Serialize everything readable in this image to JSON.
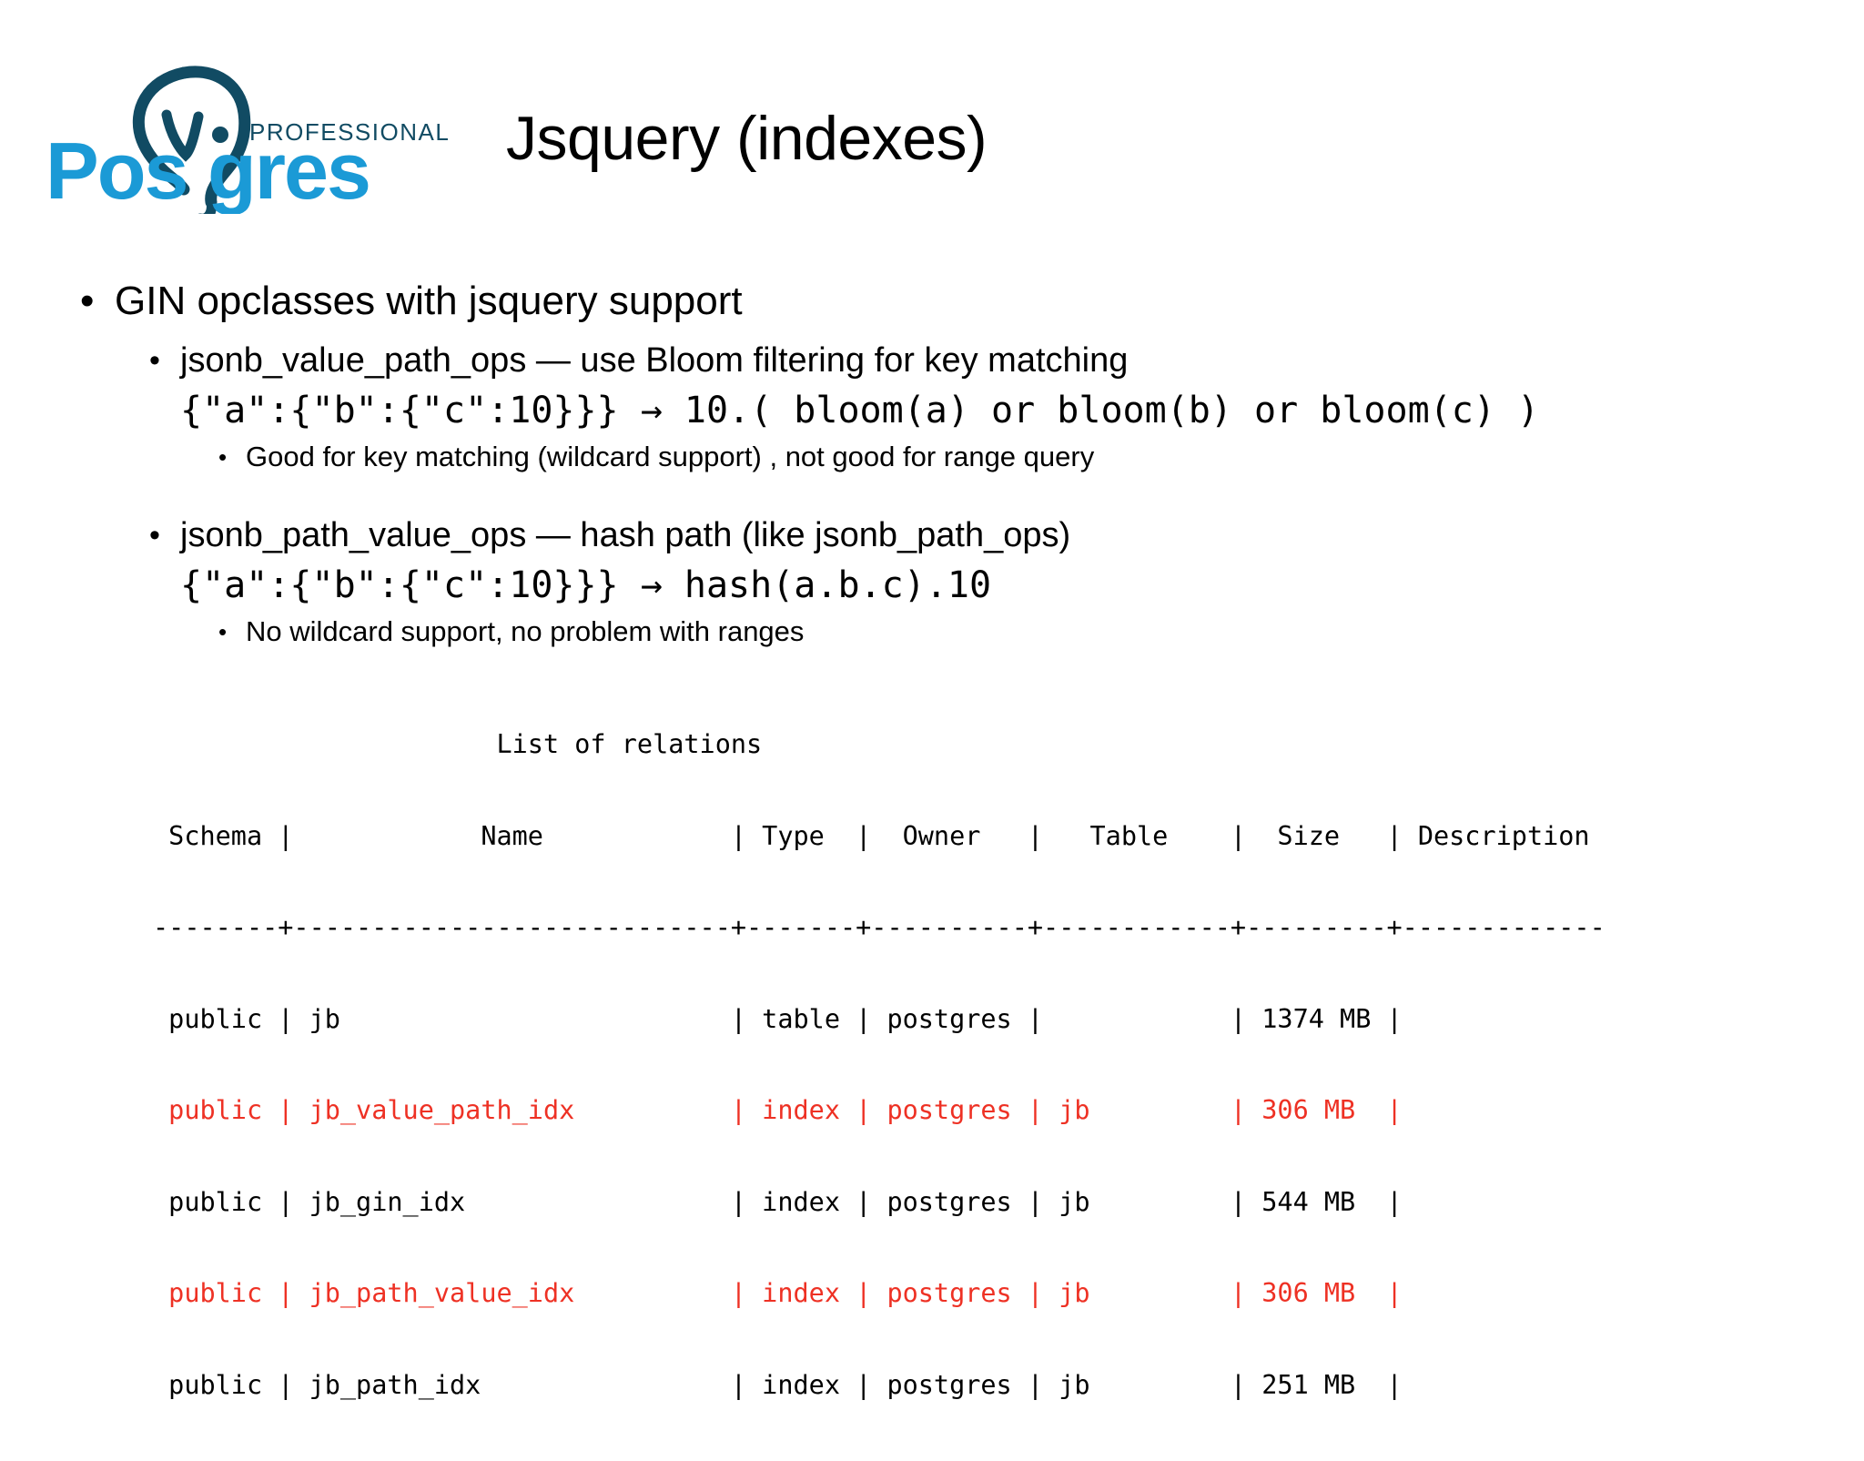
{
  "slide": {
    "title": "Jsquery (indexes)",
    "logo": {
      "wordmark": "Postgres",
      "tagline": "PROFESSIONAL",
      "brand_blue": "#1b9ad6",
      "brand_dark": "#114b63"
    }
  },
  "outline": {
    "bullet_glyph": "•",
    "level1": {
      "text": "GIN opclasses with jsquery support"
    },
    "items": [
      {
        "heading": "jsonb_value_path_ops — use Bloom filtering for key matching",
        "code": "{\"a\":{\"b\":{\"c\":10}}} → 10.( bloom(a) or bloom(b) or bloom(c) )",
        "note": "Good for key matching (wildcard support) , not good for  range query"
      },
      {
        "heading": "jsonb_path_value_ops — hash path (like jsonb_path_ops)",
        "code": "{\"a\":{\"b\":{\"c\":10}}} → hash(a.b.c).10",
        "note": "No wildcard support, no problem with ranges"
      }
    ]
  },
  "psql": {
    "caption": "                      List of relations",
    "header": " Schema |            Name            | Type  |  Owner   |   Table    |  Size   | Description ",
    "separator": "--------+----------------------------+-------+----------+------------+---------+-------------",
    "highlight_color": "#ee3124",
    "rows": [
      {
        "line": " public | jb                         | table | postgres |            | 1374 MB | ",
        "highlight": false
      },
      {
        "line": " public | jb_value_path_idx          | index | postgres | jb         | 306 MB  | ",
        "highlight": true
      },
      {
        "line": " public | jb_gin_idx                 | index | postgres | jb         | 544 MB  | ",
        "highlight": false
      },
      {
        "line": " public | jb_path_value_idx          | index | postgres | jb         | 306 MB  | ",
        "highlight": true
      },
      {
        "line": " public | jb_path_idx                | index | postgres | jb         | 251 MB  | ",
        "highlight": false
      }
    ],
    "columns": [
      "Schema",
      "Name",
      "Type",
      "Owner",
      "Table",
      "Size",
      "Description"
    ],
    "records": [
      {
        "schema": "public",
        "name": "jb",
        "type": "table",
        "owner": "postgres",
        "table": "",
        "size": "1374 MB",
        "description": ""
      },
      {
        "schema": "public",
        "name": "jb_value_path_idx",
        "type": "index",
        "owner": "postgres",
        "table": "jb",
        "size": "306 MB",
        "description": ""
      },
      {
        "schema": "public",
        "name": "jb_gin_idx",
        "type": "index",
        "owner": "postgres",
        "table": "jb",
        "size": "544 MB",
        "description": ""
      },
      {
        "schema": "public",
        "name": "jb_path_value_idx",
        "type": "index",
        "owner": "postgres",
        "table": "jb",
        "size": "306 MB",
        "description": ""
      },
      {
        "schema": "public",
        "name": "jb_path_idx",
        "type": "index",
        "owner": "postgres",
        "table": "jb",
        "size": "251 MB",
        "description": ""
      }
    ]
  }
}
